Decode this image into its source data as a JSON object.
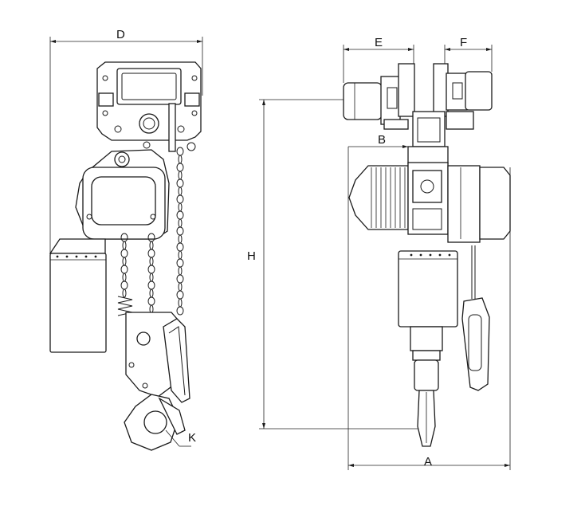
{
  "diagram": {
    "dimension_labels": {
      "D": "D",
      "E": "E",
      "F": "F",
      "B": "B",
      "H": "H",
      "A": "A",
      "K": "K"
    }
  }
}
